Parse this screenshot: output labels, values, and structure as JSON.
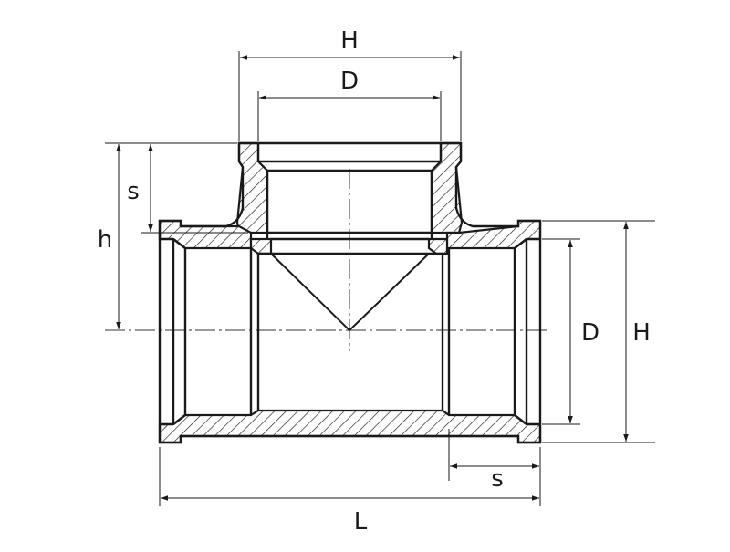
{
  "drawing": {
    "labels": {
      "top_H": "H",
      "top_D": "D",
      "left_s": "s",
      "left_h": "h",
      "right_D": "D",
      "right_H": "H",
      "bottom_s": "s",
      "bottom_L": "L"
    }
  }
}
